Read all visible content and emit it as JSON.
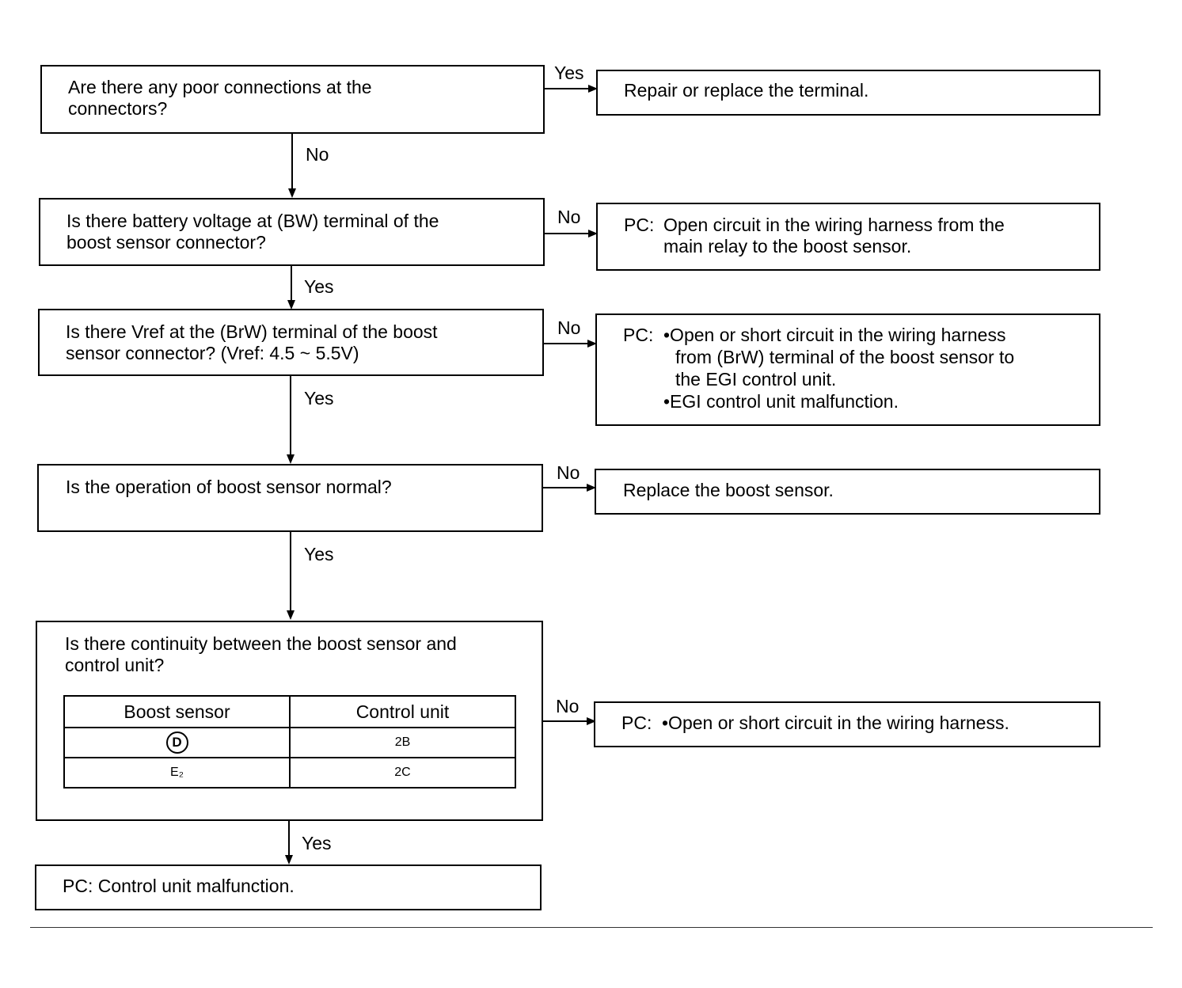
{
  "steps": [
    {
      "question": "Are there any poor connections at the\nconnectors?",
      "branch_label": "Yes",
      "result": "Repair or replace the terminal.",
      "next_label": "No"
    },
    {
      "question": "Is there battery voltage at (BW) terminal of the\nboost sensor connector?",
      "branch_label": "No",
      "result_prefix": "PC:",
      "result_lines": [
        "Open circuit in the wiring harness from the",
        "main relay to the boost sensor."
      ],
      "next_label": "Yes"
    },
    {
      "question": "Is there Vref at the (BrW) terminal of the boost\nsensor connector? (Vref: 4.5 ~ 5.5V)",
      "branch_label": "No",
      "result_prefix": "PC:",
      "result_lines": [
        "•Open or short circuit in the wiring harness",
        "from (BrW) terminal of the boost sensor to",
        "the EGI control unit.",
        "•EGI control unit malfunction."
      ],
      "next_label": "Yes"
    },
    {
      "question": "Is the operation of boost sensor normal?",
      "branch_label": "No",
      "result": "Replace the boost sensor.",
      "next_label": "Yes"
    },
    {
      "question": "Is there continuity between the boost sensor and\ncontrol unit?",
      "table": {
        "headers": [
          "Boost sensor",
          "Control unit"
        ],
        "rows": [
          [
            "D",
            "2B"
          ],
          [
            "E₂",
            "2C"
          ]
        ]
      },
      "branch_label": "No",
      "result_prefix": "PC:",
      "result_lines": [
        "•Open or short circuit in the wiring harness."
      ],
      "next_label": "Yes"
    }
  ],
  "final": "PC: Control unit malfunction."
}
